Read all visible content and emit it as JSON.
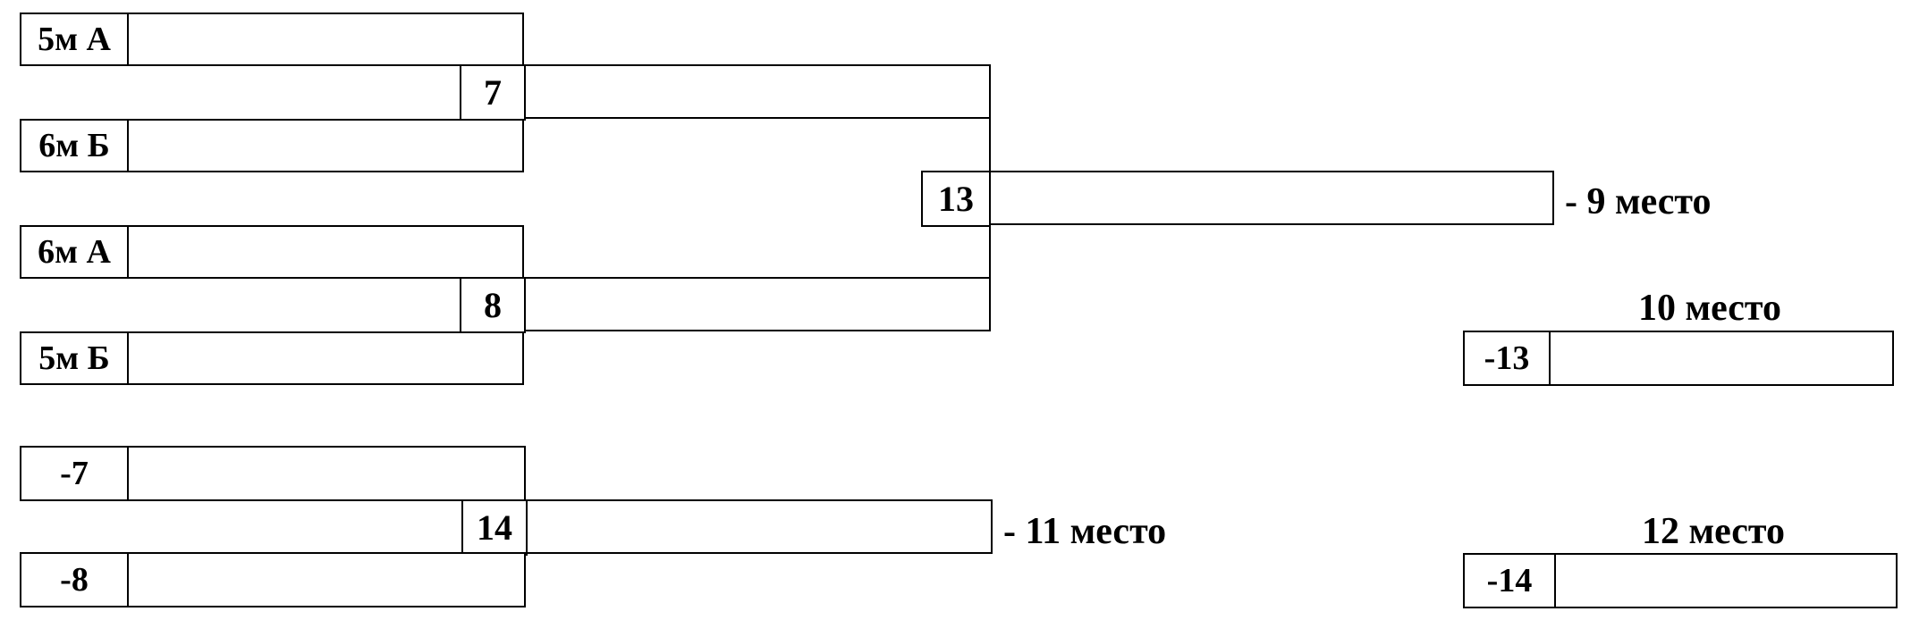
{
  "bracket_upper": {
    "team_1": "5м А",
    "team_2": "6м Б",
    "team_3": "6м А",
    "team_4": "5м Б",
    "match_a": "7",
    "match_b": "8",
    "final_match": "13",
    "final_place": "- 9 место"
  },
  "bracket_lower": {
    "seed_1": "-7",
    "seed_2": "-8",
    "match": "14",
    "place": "- 11 место"
  },
  "side_10": {
    "title": "10 место",
    "seed": "-13"
  },
  "side_12": {
    "title": "12 место",
    "seed": "-14"
  }
}
